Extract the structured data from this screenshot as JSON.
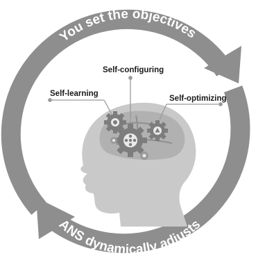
{
  "cycle": {
    "top_text": "You set the objectives",
    "bottom_text": "ANS dynamically adjusts"
  },
  "capabilities": [
    {
      "label": "Self-learning"
    },
    {
      "label": "Self-configuring"
    },
    {
      "label": "Self-optimizing"
    }
  ],
  "colors": {
    "ring": "#8e8e8e",
    "ring_edge": "#6f6f6f",
    "head": "#c9c9c9",
    "brain": "#a8a8a8",
    "gear": "#7d7d7d",
    "gear_light": "#e9e9e9",
    "leader": "#9a9a9a",
    "text": "#1a1a1a",
    "arc_text": "#ffffff"
  },
  "icons": [
    "cycle-arrow-icon",
    "head-silhouette-icon",
    "gear-icon"
  ]
}
